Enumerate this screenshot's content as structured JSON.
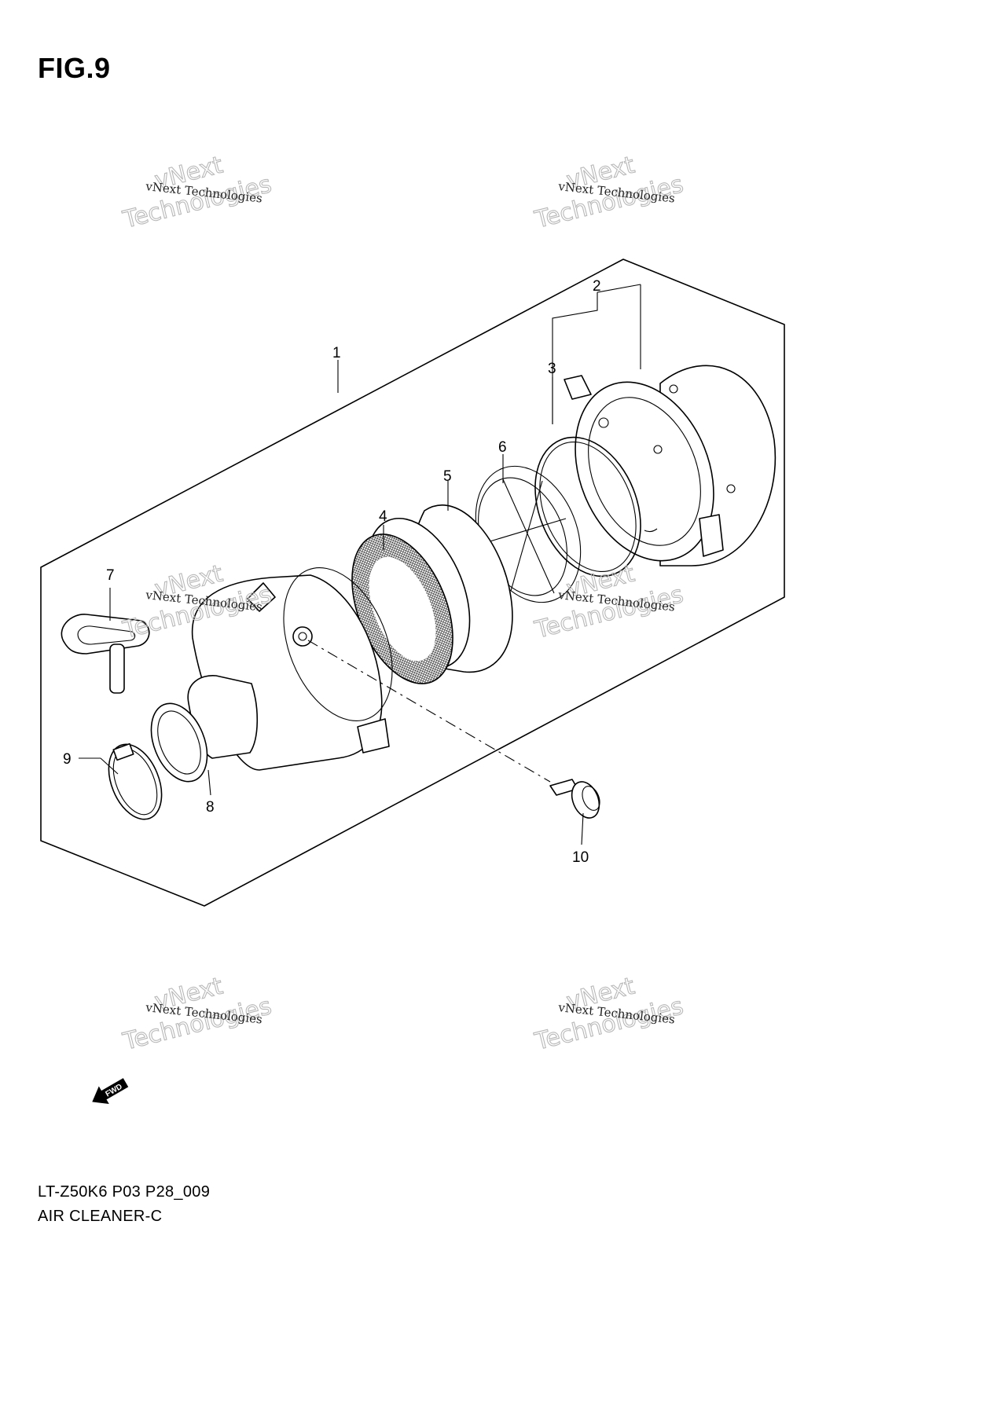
{
  "figure": {
    "title": "FIG.9"
  },
  "watermark": {
    "small_text": "vNext Technologies",
    "big_line1": "vNext",
    "big_line2": "Technologies"
  },
  "callouts": {
    "c1": "1",
    "c2": "2",
    "c3": "3",
    "c4": "4",
    "c5": "5",
    "c6": "6",
    "c7": "7",
    "c8": "8",
    "c9": "9",
    "c10": "10"
  },
  "fwd_arrow": {
    "label": "FWD"
  },
  "caption": {
    "code": "LT-Z50K6 P03 P28_009",
    "name": "AIR CLEANER-C"
  }
}
